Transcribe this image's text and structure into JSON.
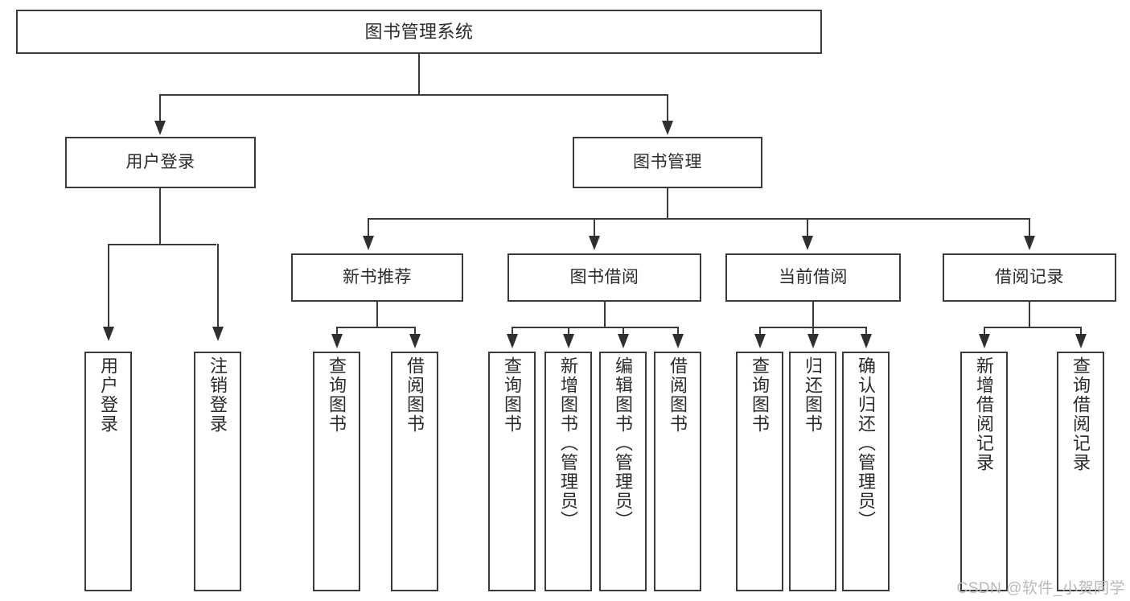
{
  "diagram": {
    "type": "hierarchy-tree",
    "title": "图书管理系统",
    "root": {
      "label": "图书管理系统"
    },
    "level1": [
      {
        "label": "用户登录"
      },
      {
        "label": "图书管理"
      }
    ],
    "level2": [
      {
        "label": "新书推荐"
      },
      {
        "label": "图书借阅"
      },
      {
        "label": "当前借阅"
      },
      {
        "label": "借阅记录"
      }
    ],
    "leaves": {
      "user_login": [
        {
          "label": "用户登录"
        },
        {
          "label": "注销登录"
        }
      ],
      "new_book_recommend": [
        {
          "label": "查询图书"
        },
        {
          "label": "借阅图书"
        }
      ],
      "book_borrow": [
        {
          "label": "查询图书"
        },
        {
          "label": "新增图书（管理员）"
        },
        {
          "label": "编辑图书（管理员）"
        },
        {
          "label": "借阅图书"
        }
      ],
      "current_borrow": [
        {
          "label": "查询图书"
        },
        {
          "label": "归还图书"
        },
        {
          "label": "确认归还（管理员）"
        }
      ],
      "borrow_record": [
        {
          "label": "新增借阅记录"
        },
        {
          "label": "查询借阅记录"
        }
      ]
    }
  },
  "watermark": {
    "text": "CSDN @软件_小贺同学"
  },
  "colors": {
    "stroke": "#3a3a3a",
    "text": "#2b2b2b",
    "background": "#ffffff",
    "watermark": "#b9b9b9"
  }
}
